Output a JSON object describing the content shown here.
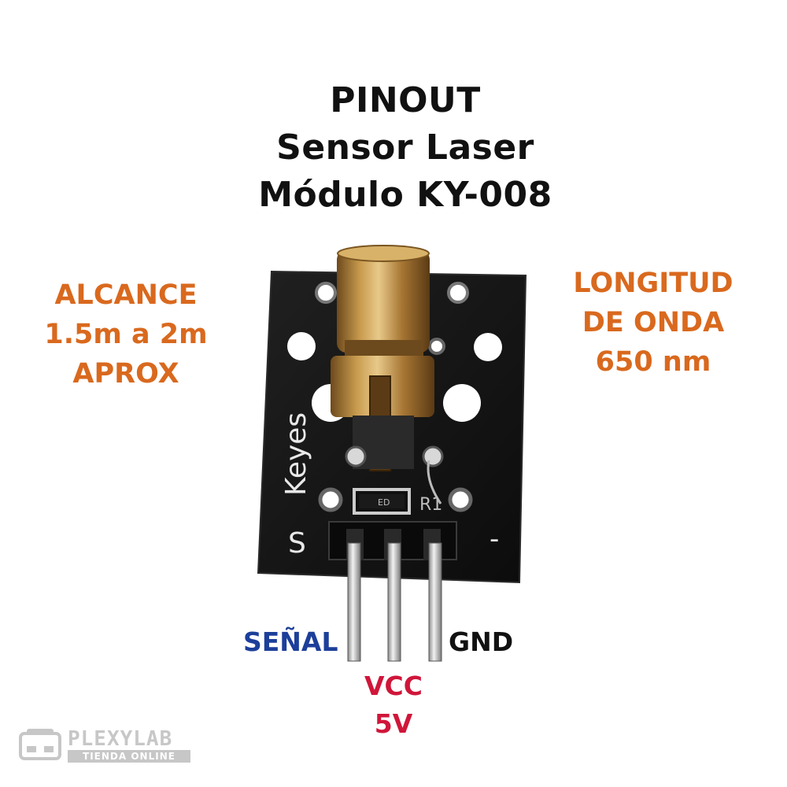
{
  "title": {
    "line1": "PINOUT",
    "line2": "Sensor Laser",
    "line3": "Módulo KY-008"
  },
  "range": {
    "line1": "ALCANCE",
    "line2": "1.5m a 2m",
    "line3": "APROX"
  },
  "wavelength": {
    "line1": "LONGITUD",
    "line2": "DE ONDA",
    "line3": "650 nm"
  },
  "board": {
    "brand": "Keyes",
    "signal_mark": "S",
    "ground_mark": "-",
    "resistor_label": "R1",
    "component_label": "ED"
  },
  "pins": {
    "signal": "SEÑAL",
    "vcc_line1": "VCC",
    "vcc_line2": "5V",
    "ground": "GND"
  },
  "logo": {
    "name": "PLEXYLAB",
    "tagline": "TIENDA ONLINE"
  },
  "colors": {
    "accent_orange": "#d9691e",
    "signal_blue": "#1c3f9a",
    "vcc_red": "#d0163a",
    "pcb_black": "#141414",
    "brass": "#b88a3e"
  }
}
